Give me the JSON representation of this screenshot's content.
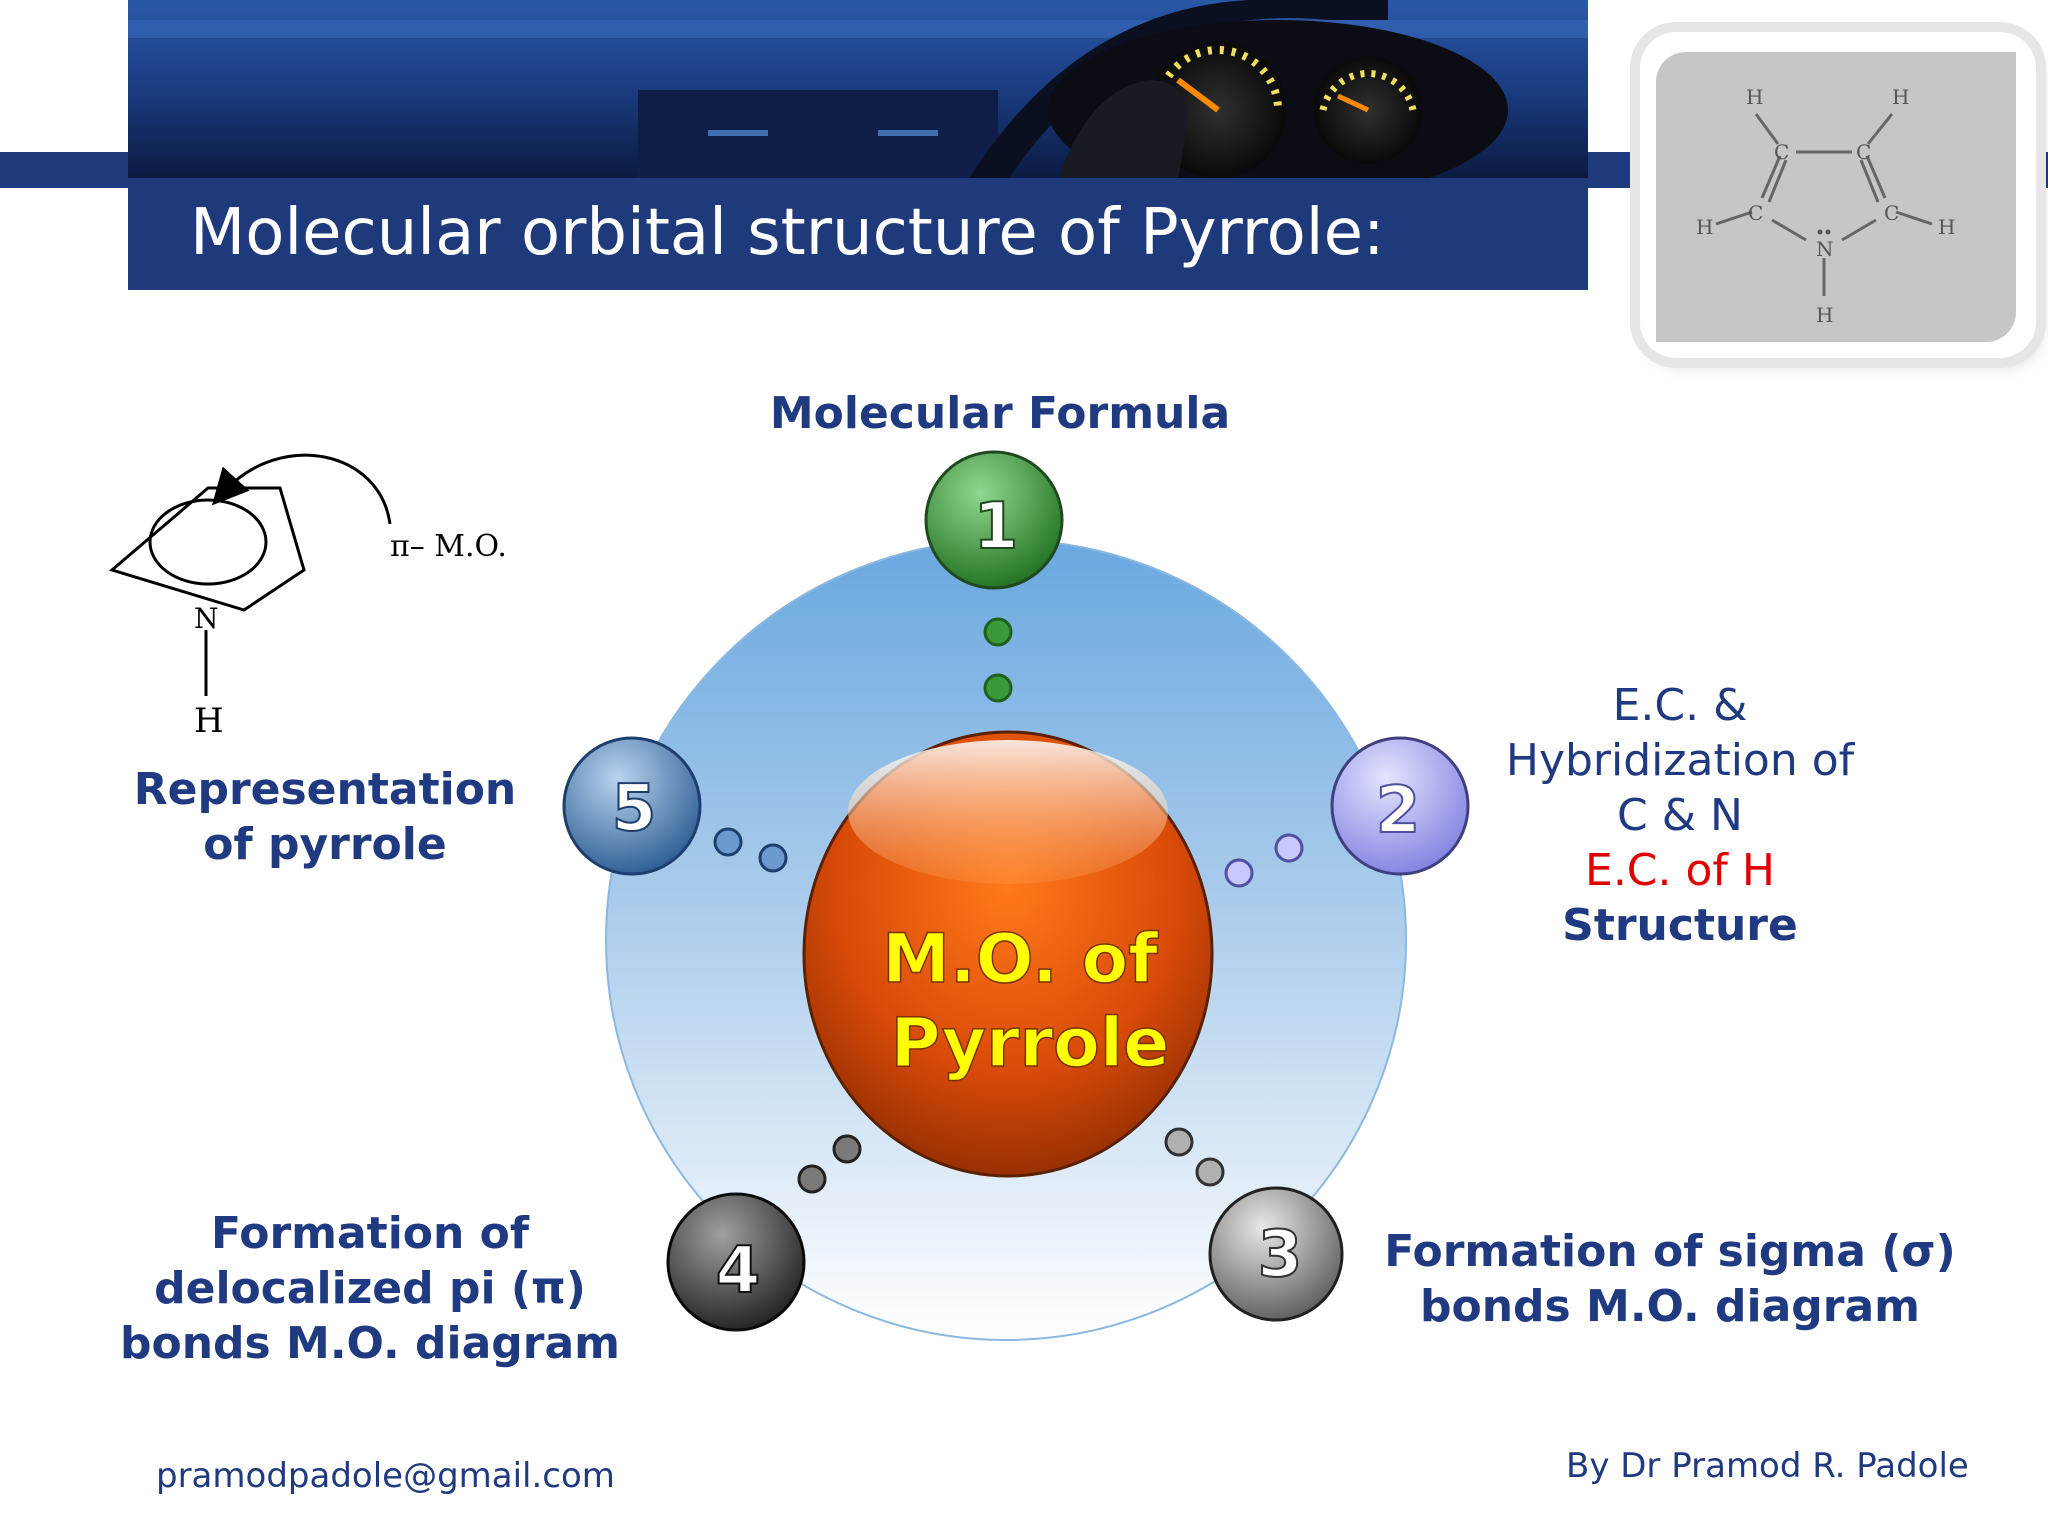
{
  "title": "Molecular orbital structure of Pyrrole:",
  "center": {
    "line1": "M.O. of",
    "line2": "Pyrrole"
  },
  "nodes": [
    {
      "number": "1",
      "label": "Molecular Formula"
    },
    {
      "number": "2",
      "label_lines": [
        "E.C. &",
        "Hybridization of",
        "C & N"
      ],
      "highlight": "E.C. of H",
      "bold_line": "Structure"
    },
    {
      "number": "3",
      "label_lines": [
        "Formation of sigma (σ)",
        "bonds M.O. diagram"
      ]
    },
    {
      "number": "4",
      "label_lines": [
        "Formation of",
        "delocalized pi (π)",
        "bonds M.O. diagram"
      ]
    },
    {
      "number": "5",
      "label_lines": [
        "Representation",
        "of pyrrole"
      ]
    }
  ],
  "pyrrole_drawing": {
    "n_label": "N",
    "h_label": "H",
    "pi_label": "π– M.O."
  },
  "thumbnail_structure": {
    "c_label": "C",
    "h_label": "H",
    "n_label": "N"
  },
  "footer": {
    "email": "pramodpadole@gmail.com",
    "author": "By Dr Pramod R. Padole"
  },
  "colors": {
    "header_blue": "#1e3a7a",
    "label_blue": "#1f3a80",
    "center_text": "#ffff00",
    "highlight_red": "#e00000",
    "node1": "#2f8f2f",
    "node2": "#a8a8f0",
    "node3": "#8a8a8a",
    "node4": "#4a4a4a",
    "node5": "#3f72a8"
  }
}
